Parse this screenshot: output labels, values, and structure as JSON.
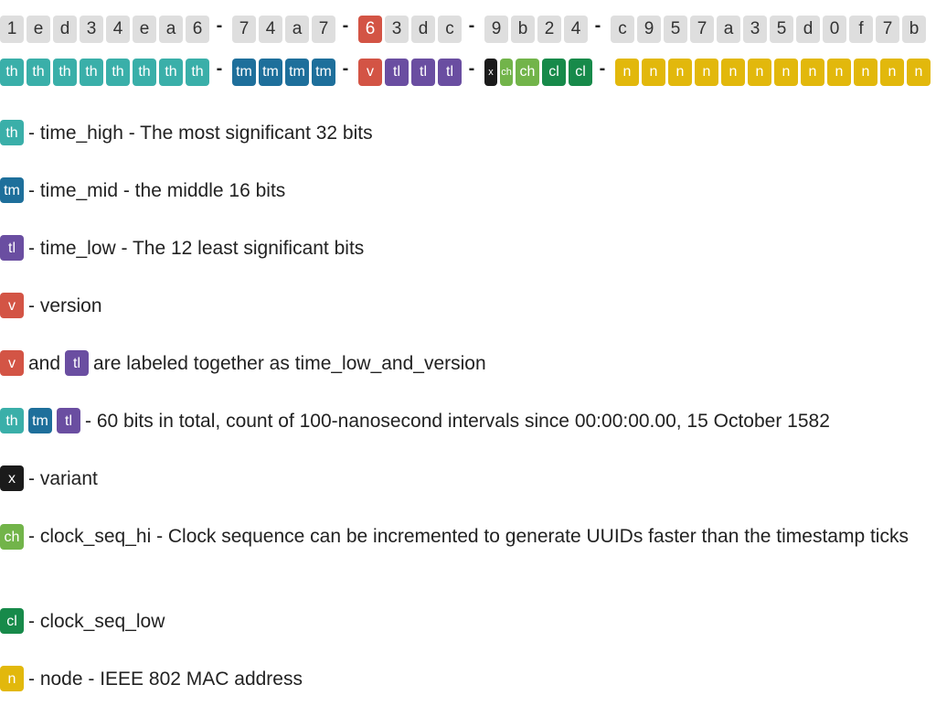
{
  "colors": {
    "th": "#3aafa9",
    "tm": "#1e6f9b",
    "tl": "#6a4ea1",
    "v": "#d35445",
    "x": "#1b1b1b",
    "ch": "#72b44a",
    "cl": "#178a4a",
    "n": "#e2b80c",
    "hex_bg": "#dedede",
    "hex_highlight": "#d35445"
  },
  "hex_groups": [
    [
      "1",
      "e",
      "d",
      "3",
      "4",
      "e",
      "a",
      "6"
    ],
    [
      "7",
      "4",
      "a",
      "7"
    ],
    [
      "6",
      "3",
      "d",
      "c"
    ],
    [
      "9",
      "b",
      "2",
      "4"
    ],
    [
      "c",
      "9",
      "5",
      "7",
      "a",
      "3",
      "5",
      "d",
      "0",
      "f",
      "7",
      "b"
    ]
  ],
  "label_groups": [
    [
      "th",
      "th",
      "th",
      "th",
      "th",
      "th",
      "th",
      "th"
    ],
    [
      "tm",
      "tm",
      "tm",
      "tm"
    ],
    [
      "v",
      "tl",
      "tl",
      "tl"
    ],
    [
      "x",
      "ch",
      "ch",
      "cl",
      "cl"
    ],
    [
      "n",
      "n",
      "n",
      "n",
      "n",
      "n",
      "n",
      "n",
      "n",
      "n",
      "n",
      "n"
    ]
  ],
  "separator": "-",
  "legend": [
    {
      "chips": [
        "th"
      ],
      "text": "- time_high - The most significant 32 bits"
    },
    {
      "chips": [
        "tm"
      ],
      "text": "- time_mid - the middle 16 bits"
    },
    {
      "chips": [
        "tl"
      ],
      "text": "- time_low - The 12 least significant bits"
    },
    {
      "chips": [
        "v"
      ],
      "text": "- version"
    },
    {
      "chips": [
        "v"
      ],
      "mid": "and",
      "chips2": [
        "tl"
      ],
      "text": "are labeled together as time_low_and_version"
    },
    {
      "chips": [
        "th",
        "tm",
        "tl"
      ],
      "text": "- 60 bits in total, count of 100-nanosecond intervals since 00:00:00.00, 15 October 1582"
    },
    {
      "chips": [
        "x"
      ],
      "text": "- variant"
    },
    {
      "chips": [
        "ch"
      ],
      "text": "- clock_seq_hi - Clock sequence can be incremented to generate UUIDs faster than the timestamp ticks"
    },
    {
      "chips": [
        "cl"
      ],
      "text": "- clock_seq_low"
    },
    {
      "chips": [
        "n"
      ],
      "text": "- node - IEEE 802 MAC address"
    }
  ]
}
